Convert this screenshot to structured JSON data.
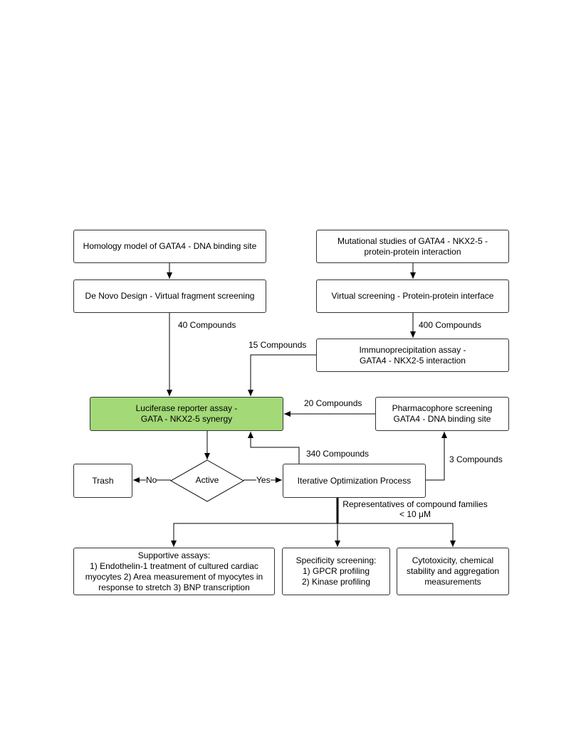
{
  "boxes": {
    "homology": "Homology model of GATA4 - DNA binding site",
    "mutational": {
      "line1": "Mutational studies of GATA4 - NKX2-5 -",
      "line2": "protein-protein interaction"
    },
    "denovo": "De Novo Design - Virtual fragment screening",
    "virtual": "Virtual screening - Protein-protein interface",
    "immuno": {
      "line1": "Immunoprecipitation assay -",
      "line2": "GATA4 - NKX2-5 interaction"
    },
    "luciferase": {
      "line1": "Luciferase reporter assay -",
      "line2": "GATA - NKX2-5 synergy"
    },
    "pharmacophore": {
      "line1": "Pharmacophore screening",
      "line2": "GATA4 - DNA binding site"
    },
    "trash": "Trash",
    "active": "Active",
    "iterative": "Iterative Optimization Process",
    "supportive": {
      "line1": "Supportive assays:",
      "line2": "1) Endothelin-1 treatment of cultured cardiac",
      "line3": "myocytes 2) Area measurement of myocytes in",
      "line4": "response to stretch 3) BNP transcription"
    },
    "specificity": {
      "line1": "Specificity screening:",
      "line2": "1) GPCR profiling",
      "line3": "2) Kinase profiling"
    },
    "cytotoxicity": {
      "line1": "Cytotoxicity, chemical",
      "line2": "stability and aggregation",
      "line3": "measurements"
    }
  },
  "edge_labels": {
    "c40": "40 Compounds",
    "c400": "400 Compounds",
    "c15": "15 Compounds",
    "c20": "20 Compounds",
    "c340": "340 Compounds",
    "c3": "3 Compounds",
    "no": "No",
    "yes": "Yes",
    "representatives_line1": "Representatives of compound families",
    "representatives_line2": "< 10 μM"
  },
  "colors": {
    "accent_green": "#a3d977",
    "line": "#000000",
    "border": "#333333"
  }
}
